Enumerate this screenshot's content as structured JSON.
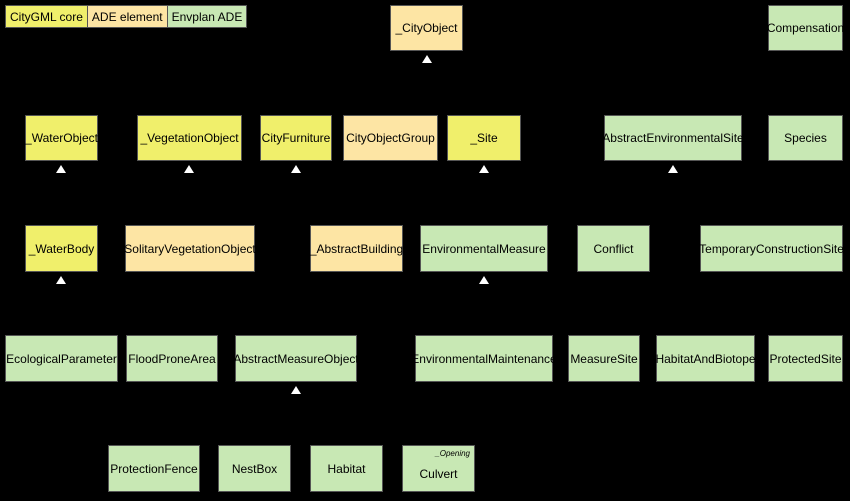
{
  "legend": {
    "core_label": "CityGML core",
    "ade_label": "ADE element",
    "envplan_label": "Envplan ADE"
  },
  "colors": {
    "core": "#f0ef6b",
    "ade": "#fde5a4",
    "envplan": "#c8e8b4",
    "background": "#000000",
    "arrow": "#ffffff"
  },
  "classes": {
    "city_object": "_CityObject",
    "compensation": "Compensation",
    "water_object": "_WaterObject",
    "vegetation_object": "_VegetationObject",
    "city_furniture": "CityFurniture",
    "city_object_group": "CityObjectGroup",
    "site": "_Site",
    "abstract_environmental_site": "AbstractEnvironmentalSite",
    "species": "Species",
    "water_body": "_WaterBody",
    "solitary_vegetation_object": "SolitaryVegetationObject",
    "abstract_building": "_AbstractBuilding",
    "environmental_measure": "EnvironmentalMeasure",
    "conflict": "Conflict",
    "temporary_construction_site": "TemporaryConstructionSite",
    "ecological_parameter": "EcologicalParameter",
    "flood_prone_area": "FloodProneArea",
    "abstract_measure_object": "AbstractMeasureObject",
    "environmental_maintenance": "EnvironmentalMaintenance",
    "measure_site": "MeasureSite",
    "habitat_and_biotope": "HabitatAndBiotope",
    "protected_site": "ProtectedSite",
    "protection_fence": "ProtectionFence",
    "nest_box": "NestBox",
    "habitat": "Habitat",
    "culvert": "Culvert",
    "culvert_stereotype": "_Opening"
  }
}
